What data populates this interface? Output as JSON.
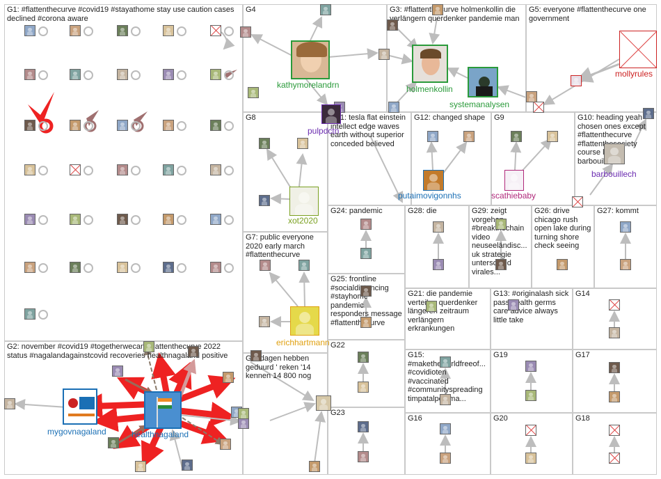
{
  "groups": [
    {
      "id": "G1",
      "label": "G1: #flattenthecurve #covid19 #stayathome stay use caution cases declined #corona aware"
    },
    {
      "id": "G2",
      "label": "G2: november #covid19 #togetherwecan #flattenthecurve 2022 status #nagalandagainstcovid recoveries healthnagaland positive"
    },
    {
      "id": "G3",
      "label": "G3: #flattenthecurve holmenkollin die verlängern querdenker pandemie man"
    },
    {
      "id": "G4",
      "label": "G4"
    },
    {
      "id": "G5",
      "label": "G5: everyone #flattenthecurve one government"
    },
    {
      "id": "G6",
      "label": "G6: dagen hebben geduurd ' reken '14 kennen 14 800 nog"
    },
    {
      "id": "G7",
      "label": "G7: public everyone 2020 early march #flattenthecurve"
    },
    {
      "id": "G8",
      "label": "G8"
    },
    {
      "id": "G9",
      "label": "G9"
    },
    {
      "id": "G10",
      "label": "G10: heading yeah chosen ones except #flattenthecurve #flattenthesociety course less barbouillech"
    },
    {
      "id": "G11",
      "label": "G11: tesla flat einstein intellect edge waves earth without superior conceded believed"
    },
    {
      "id": "G12",
      "label": "G12: changed shape"
    },
    {
      "id": "G13",
      "label": "G13: #originalash sick pass health germs care advice always little take"
    },
    {
      "id": "G14",
      "label": "G14"
    },
    {
      "id": "G15",
      "label": "G15: #maketheworldfreeof... #covidioten #vaccinated #communityspreading timpatalpostma..."
    },
    {
      "id": "G16",
      "label": "G16"
    },
    {
      "id": "G17",
      "label": "G17"
    },
    {
      "id": "G18",
      "label": "G18"
    },
    {
      "id": "G19",
      "label": "G19"
    },
    {
      "id": "G20",
      "label": "G20"
    },
    {
      "id": "G21",
      "label": "G21: die pandemie verteilen querdenker längeren zeitraum verlängern erkrankungen"
    },
    {
      "id": "G22",
      "label": "G22"
    },
    {
      "id": "G23",
      "label": "G23"
    },
    {
      "id": "G24",
      "label": "G24: pandemic"
    },
    {
      "id": "G25",
      "label": "G25: frontline #socialdistancing #stayhome pandemic responders message #flattenthecurve"
    },
    {
      "id": "G26",
      "label": "G26: drive chicago rush open lake during turning shore check seeing"
    },
    {
      "id": "G27",
      "label": "G27: kommt"
    },
    {
      "id": "G28",
      "label": "G28: die"
    },
    {
      "id": "G29",
      "label": "G29: zeigt vorgehen #breakthechain video neuseeländisc... uk strategie unterschied virales..."
    }
  ],
  "nodes": [
    {
      "key": "kathymorelandrn",
      "label": "kathymorelandrn",
      "color": "#2a9a3a"
    },
    {
      "key": "holmenkollin",
      "label": "holmenkollin",
      "color": "#2a9a3a"
    },
    {
      "key": "systemanalysen",
      "label": "systemanalysen",
      "color": "#2a9a3a"
    },
    {
      "key": "mollyrules",
      "label": "mollyrules",
      "color": "#cc2222"
    },
    {
      "key": "pulpdctn",
      "label": "pulpdctn",
      "color": "#6b2cb0"
    },
    {
      "key": "putaimovigonnhs",
      "label": "putaimovigonnhs",
      "color": "#1a6fb5"
    },
    {
      "key": "scathiebaby",
      "label": "scathiebaby",
      "color": "#b0287a"
    },
    {
      "key": "barbouillech",
      "label": "barbouillech",
      "color": "#6b2cb0"
    },
    {
      "key": "xot2020",
      "label": "xot2020",
      "color": "#7aa020"
    },
    {
      "key": "erichhartmann",
      "label": "erichhartmann",
      "color": "#e0a010"
    },
    {
      "key": "mygovnagaland",
      "label": "mygovnagaland",
      "color": "#1a6fb5"
    },
    {
      "key": "healthnagaland",
      "label": "healthnagaland",
      "color": "#1a6fb5"
    }
  ]
}
